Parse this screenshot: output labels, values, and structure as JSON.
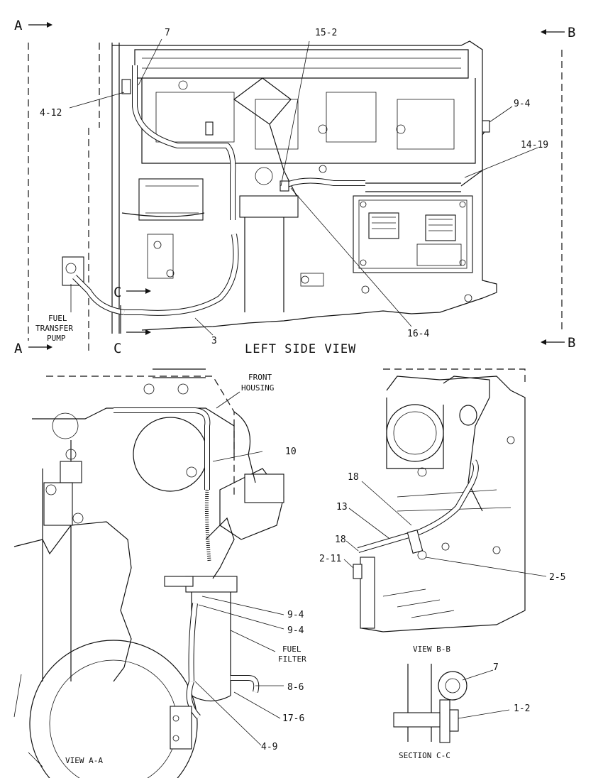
{
  "section_markers": {
    "a_top": "A",
    "a_bottom": "A",
    "b_top": "B",
    "b_bottom": "B",
    "c_top": "C",
    "c_bottom": "C"
  },
  "left_side_view": {
    "title": "LEFT SIDE VIEW",
    "callouts": {
      "c7": "7",
      "c15_2": "15-2",
      "c4_12": "4-12",
      "c9_4": "9-4",
      "c14_19": "14-19",
      "c16_4": "16-4",
      "c3": "3"
    },
    "fuel_transfer_pump": [
      "FUEL",
      "TRANSFER",
      "PUMP"
    ]
  },
  "view_a_a": {
    "title": "VIEW A-A",
    "front_housing": [
      "FRONT",
      "HOUSING"
    ],
    "fuel_filter": [
      "FUEL",
      "FILTER"
    ],
    "callouts": {
      "c10": "10",
      "c9_4_a": "9-4",
      "c9_4_b": "9-4",
      "c8_6": "8-6",
      "c17_6": "17-6",
      "c4_9": "4-9"
    }
  },
  "view_b_b": {
    "title": "VIEW B-B",
    "callouts": {
      "c18_a": "18",
      "c13": "13",
      "c18_b": "18",
      "c2_11": "2-11",
      "c2_5": "2-5"
    }
  },
  "section_c_c": {
    "title": "SECTION C-C",
    "callouts": {
      "c7": "7",
      "c1_2": "1-2"
    }
  }
}
